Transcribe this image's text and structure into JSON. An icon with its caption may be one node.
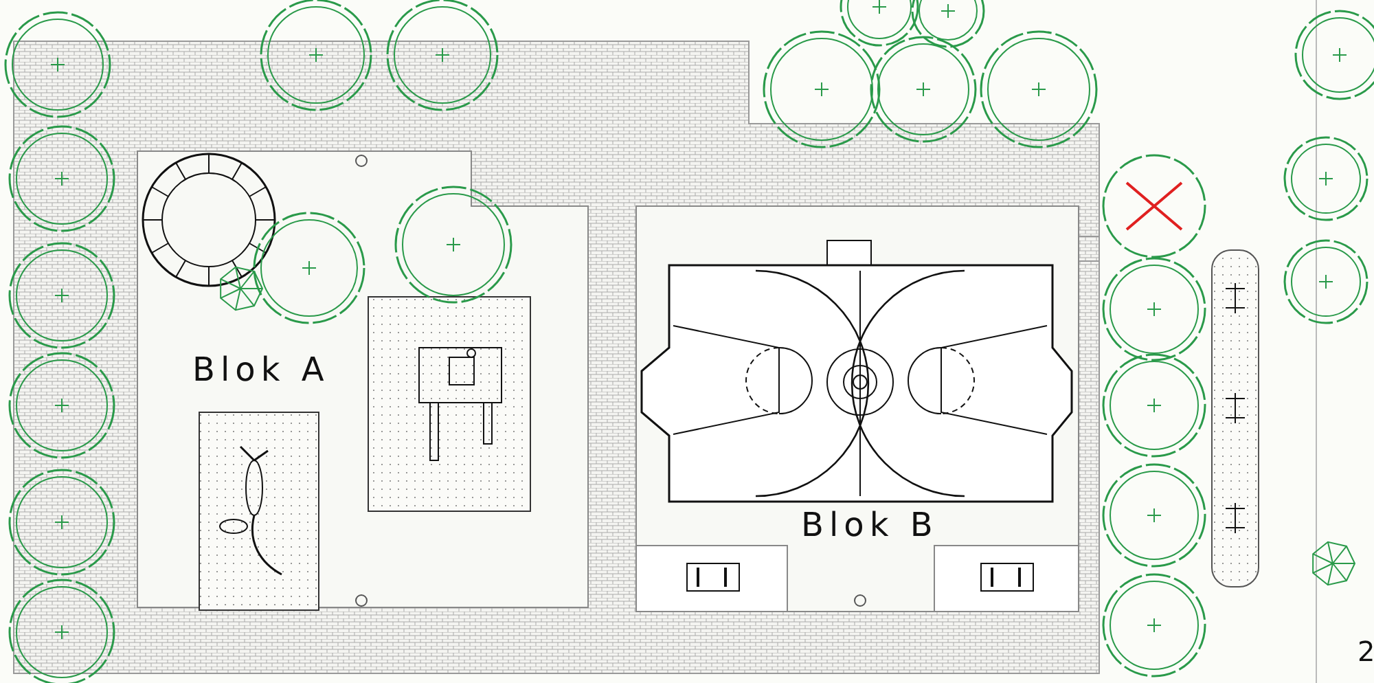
{
  "diagram": {
    "labels": [
      "Blok A",
      "Blok B",
      "2"
    ]
  }
}
